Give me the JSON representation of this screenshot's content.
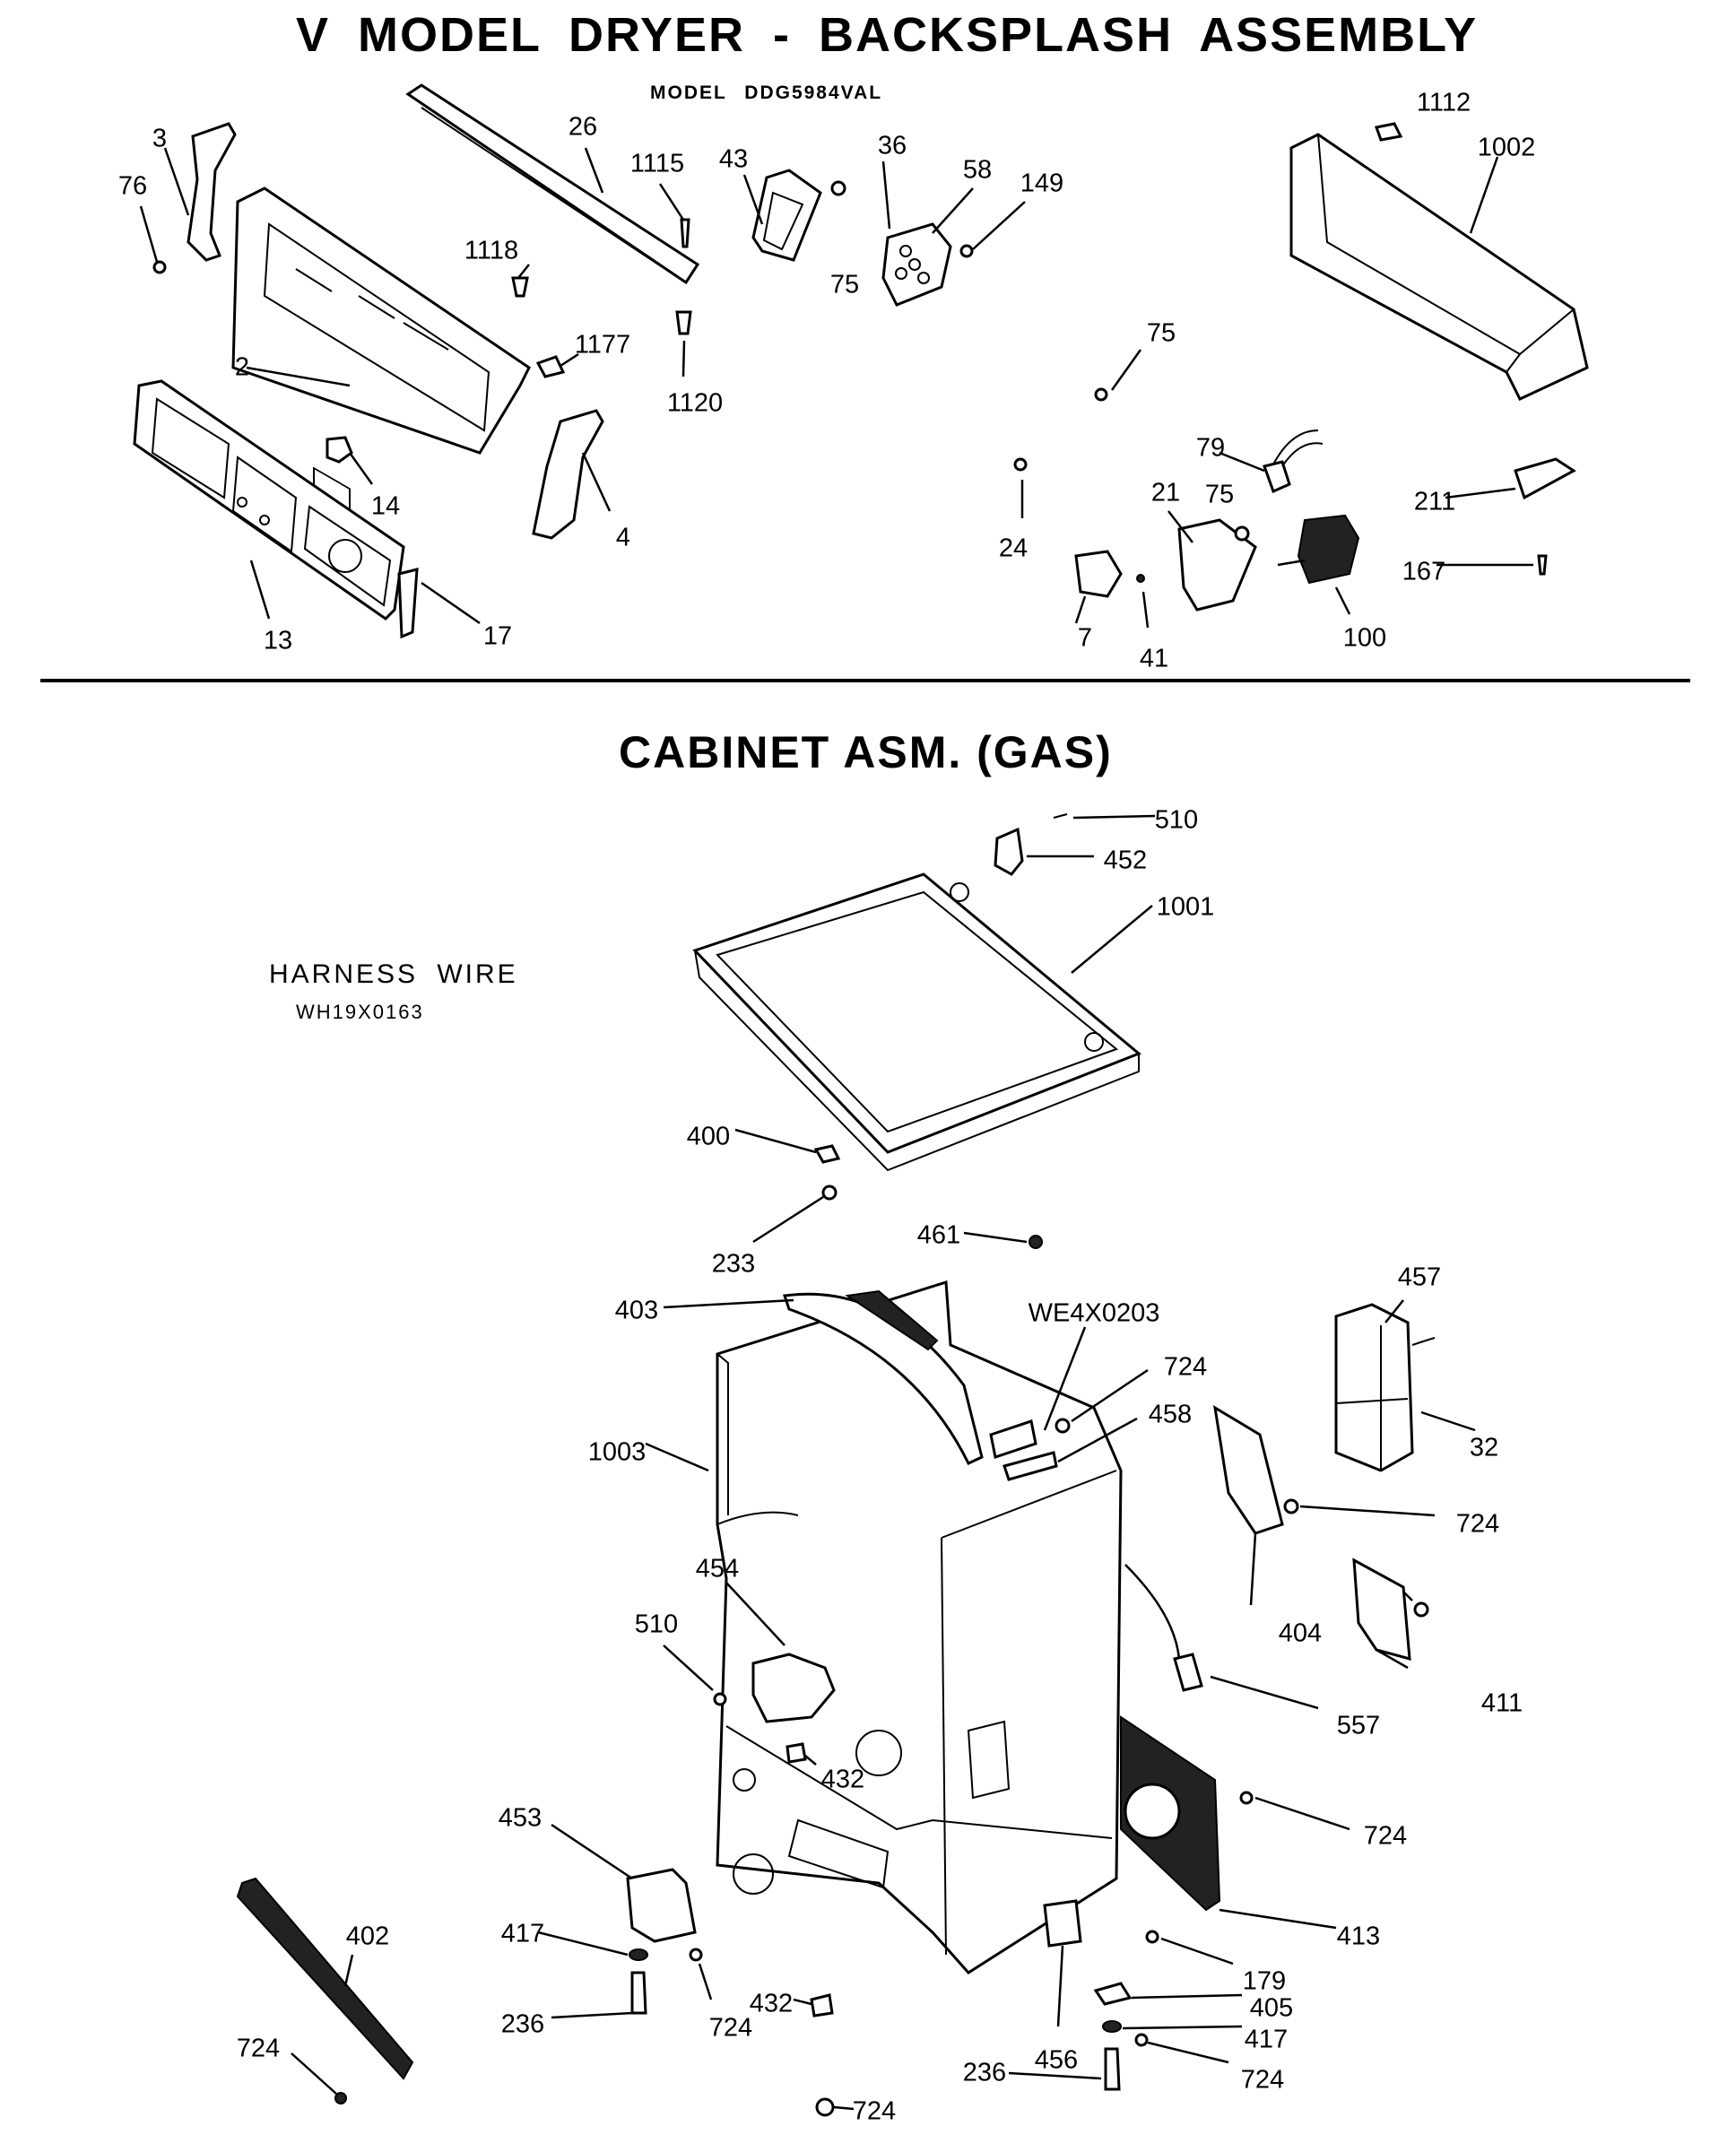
{
  "titles": {
    "backsplash": "V MODEL DRYER - BACKSPLASH ASSEMBLY",
    "model": "MODEL DDG5984VAL",
    "cabinet": "CABINET ASM. (GAS)"
  },
  "harness": {
    "label": "HARNESS WIRE",
    "part_number": "WH19X0163"
  },
  "callouts": {
    "c3": "3",
    "c76": "76",
    "c26": "26",
    "c1115": "1115",
    "c43": "43",
    "c36": "36",
    "c58": "58",
    "c149": "149",
    "c1112": "1112",
    "c1002": "1002",
    "c1118": "1118",
    "c75a": "75",
    "c1177": "1177",
    "c2": "2",
    "c1120": "1120",
    "c75b": "75",
    "c14": "14",
    "c4": "4",
    "c13": "13",
    "c17": "17",
    "c79": "79",
    "c75c": "75",
    "c21": "21",
    "c24": "24",
    "c211": "211",
    "c167": "167",
    "c7": "7",
    "c41": "41",
    "c100": "100",
    "c510a": "510",
    "c452": "452",
    "c1001": "1001",
    "c400": "400",
    "c233": "233",
    "c461": "461",
    "c457": "457",
    "c403": "403",
    "we": "WE4X0203",
    "c724a": "724",
    "c458": "458",
    "c1003": "1003",
    "c32": "32",
    "c724b": "724",
    "c454": "454",
    "c404": "404",
    "c510b": "510",
    "c411": "411",
    "c557": "557",
    "c432a": "432",
    "c453": "453",
    "c724c": "724",
    "c402": "402",
    "c413": "413",
    "c417a": "417",
    "c179": "179",
    "c236a": "236",
    "c724d": "724",
    "c432b": "432",
    "c405": "405",
    "c456": "456",
    "c417b": "417",
    "c724e": "724",
    "c236b": "236",
    "c724f": "724",
    "c724g": "724"
  }
}
